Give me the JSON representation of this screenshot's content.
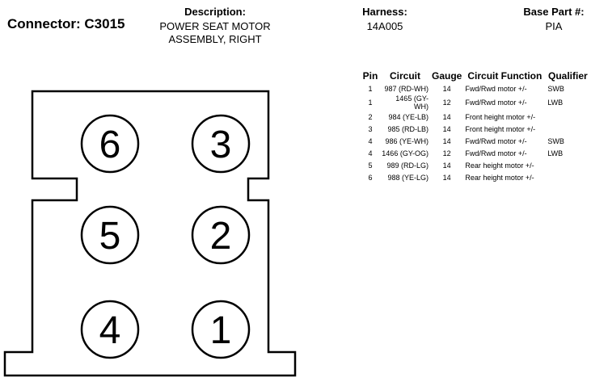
{
  "header": {
    "connector_label": "Connector: C3015",
    "description_label": "Description:",
    "description_line1": "POWER SEAT MOTOR",
    "description_line2": "ASSEMBLY, RIGHT",
    "harness_label": "Harness:",
    "harness_value": "14A005",
    "base_part_label": "Base Part #:",
    "base_part_value": "PIA"
  },
  "table": {
    "headers": [
      "Pin",
      "Circuit",
      "Gauge",
      "Circuit Function",
      "Qualifier"
    ],
    "rows": [
      {
        "pin": "1",
        "circuit": "987 (RD-WH)",
        "gauge": "14",
        "function": "Fwd/Rwd motor +/-",
        "qualifier": "SWB"
      },
      {
        "pin": "1",
        "circuit": "1465 (GY-WH)",
        "gauge": "12",
        "function": "Fwd/Rwd motor +/-",
        "qualifier": "LWB"
      },
      {
        "pin": "2",
        "circuit": "984 (YE-LB)",
        "gauge": "14",
        "function": "Front height motor +/-",
        "qualifier": ""
      },
      {
        "pin": "3",
        "circuit": "985 (RD-LB)",
        "gauge": "14",
        "function": "Front height motor +/-",
        "qualifier": ""
      },
      {
        "pin": "4",
        "circuit": "986 (YE-WH)",
        "gauge": "14",
        "function": "Fwd/Rwd motor +/-",
        "qualifier": "SWB"
      },
      {
        "pin": "4",
        "circuit": "1466 (GY-OG)",
        "gauge": "12",
        "function": "Fwd/Rwd motor +/-",
        "qualifier": "LWB"
      },
      {
        "pin": "5",
        "circuit": "989 (RD-LG)",
        "gauge": "14",
        "function": "Rear height motor +/-",
        "qualifier": ""
      },
      {
        "pin": "6",
        "circuit": "988 (YE-LG)",
        "gauge": "14",
        "function": "Rear height motor +/-",
        "qualifier": ""
      }
    ]
  },
  "connector": {
    "pins": [
      "6",
      "3",
      "5",
      "2",
      "4",
      "1"
    ]
  }
}
